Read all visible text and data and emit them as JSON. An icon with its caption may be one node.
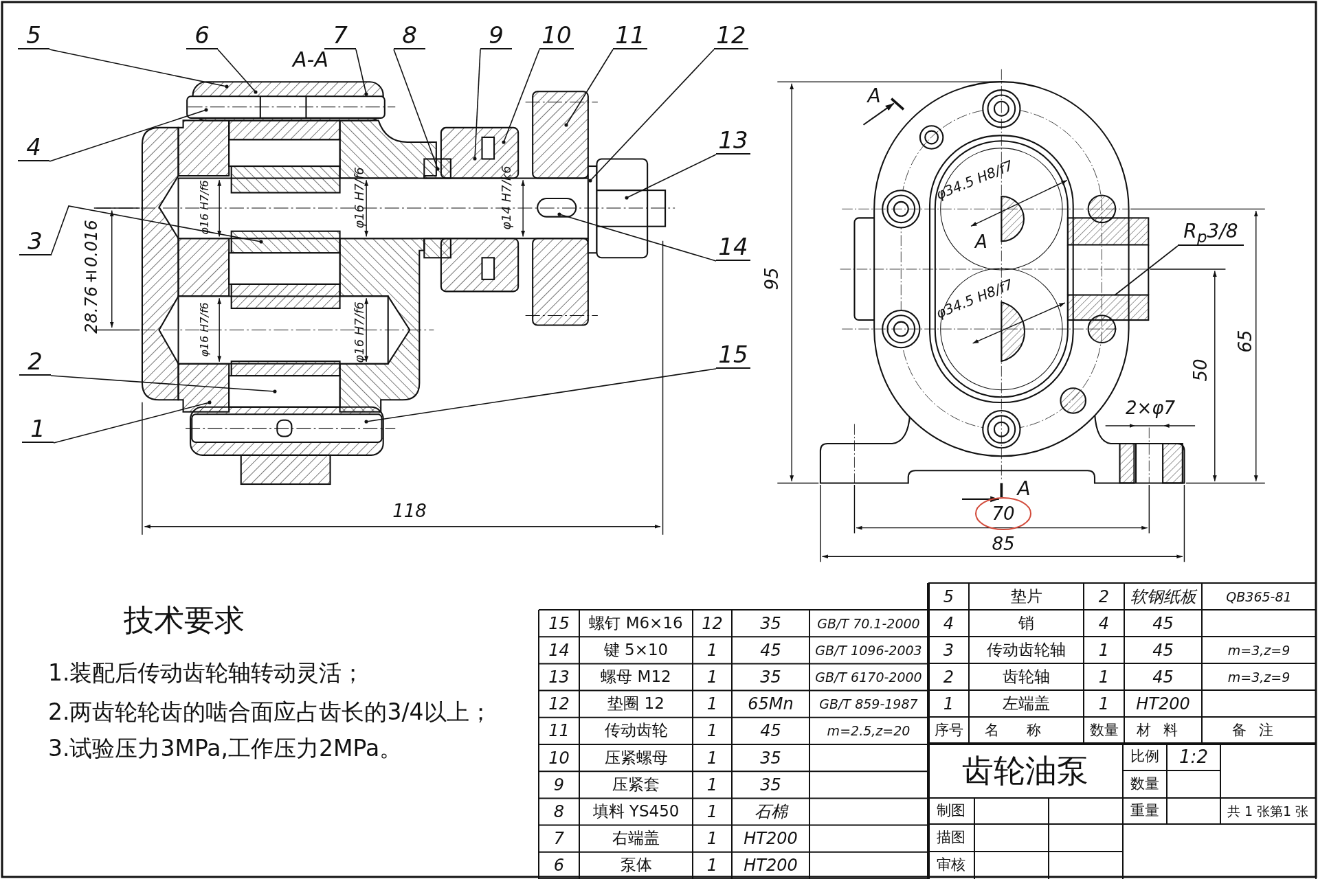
{
  "diagram": {
    "nodes": [
      {
        "text": [
          "5"
        ]
      },
      {
        "text": [
          "6"
        ]
      },
      {
        "text": [
          "7"
        ]
      },
      {
        "text": [
          "8"
        ]
      },
      {
        "text": [
          "9"
        ]
      },
      {
        "text": [
          "10"
        ]
      },
      {
        "text": [
          "11"
        ]
      },
      {
        "text": [
          "12"
        ]
      },
      {
        "text": [
          "4"
        ]
      },
      {
        "text": [
          "13"
        ]
      },
      {
        "text": [
          "3"
        ]
      },
      {
        "text": [
          "14"
        ]
      },
      {
        "text": [
          "2"
        ]
      },
      {
        "text": [
          "15"
        ]
      },
      {
        "text": [
          "1"
        ]
      },
      {
        "text": [
          "R$_{p}$3/8"
        ]
      }
    ],
    "edges": [
      {
        "from": 0,
        "to": null,
        "arrow": "other"
      },
      {
        "from": 1,
        "to": null,
        "arrow": "other"
      },
      {
        "from": 2,
        "to": null,
        "arrow": "other"
      },
      {
        "from": 3,
        "to": null,
        "arrow": "other"
      },
      {
        "from": 4,
        "to": null,
        "arrow": "other"
      },
      {
        "from": 5,
        "to": null,
        "arrow": "other"
      },
      {
        "from": 6,
        "to": null,
        "arrow": "other"
      },
      {
        "from": 7,
        "to": null,
        "arrow": "other"
      },
      {
        "from": 8,
        "to": null,
        "arrow": "other"
      },
      {
        "from": 9,
        "to": null,
        "arrow": "other"
      },
      {
        "from": 10,
        "to": null,
        "arrow": "other"
      },
      {
        "from": 11,
        "to": null,
        "arrow": "other"
      },
      {
        "from": 12,
        "to": null,
        "arrow": "other"
      },
      {
        "from": 13,
        "to": null,
        "arrow": "other"
      },
      {
        "from": 14,
        "to": null,
        "arrow": "other"
      },
      {
        "from": 15,
        "to": null,
        "arrow": "none"
      }
    ],
    "labels": [
      "A-A",
      "28.76±0.016",
      "φ16 H7/f6",
      "φ16 H7/f6",
      "φ14 H7/k6",
      "φ16 H7/f6",
      "φ16 H7/f6",
      "118",
      "A",
      "95",
      "φ34.5 H8/f7",
      "A",
      "φ34.5 H8/f7",
      "65",
      "50",
      "2×φ7",
      "A",
      "70",
      "85",
      "技术要求",
      "1.装配后传动齿轮轴转动灵活；",
      "2.两齿轮轮齿的啮合面应占齿长的3/4以上；",
      "3.试验压力3MPa,工作压力2MPa。",
      "15",
      "螺钉 M6×16",
      "12",
      "35",
      "GB/T 70.1-2000",
      "14",
      "键 5×10",
      "1",
      "45",
      "GB/T 1096-2003",
      "13",
      "螺母 M12",
      "1",
      "35",
      "GB/T 6170-2000",
      "12",
      "垫圈 12",
      "1",
      "65Mn",
      "GB/T 859-1987",
      "11",
      "传动齿轮",
      "1",
      "45",
      "m=2.5,z=20",
      "10",
      "压紧螺母",
      "1",
      "35",
      "9",
      "压紧套",
      "1",
      "35",
      "8",
      "填料 YS450",
      "1",
      "石棉",
      "7",
      "右端盖",
      "1",
      "HT200",
      "6",
      "泵体",
      "1",
      "HT200",
      "5",
      "垫片",
      "2",
      "软钢纸板",
      "QB365-81",
      "4",
      "销",
      "4",
      "45",
      "3",
      "传动齿轮轴",
      "1",
      "45",
      "m=3,z=9",
      "2",
      "齿轮轴",
      "1",
      "45",
      "m=3,z=9",
      "1",
      "左端盖",
      "1",
      "HT200",
      "序号",
      "名称",
      "数量",
      "材料",
      "备注",
      "齿轮油泵",
      "比例",
      "1:2",
      "数量",
      "制图",
      "重量",
      "共 1 张第1 张",
      "描图",
      "审核"
    ]
  }
}
